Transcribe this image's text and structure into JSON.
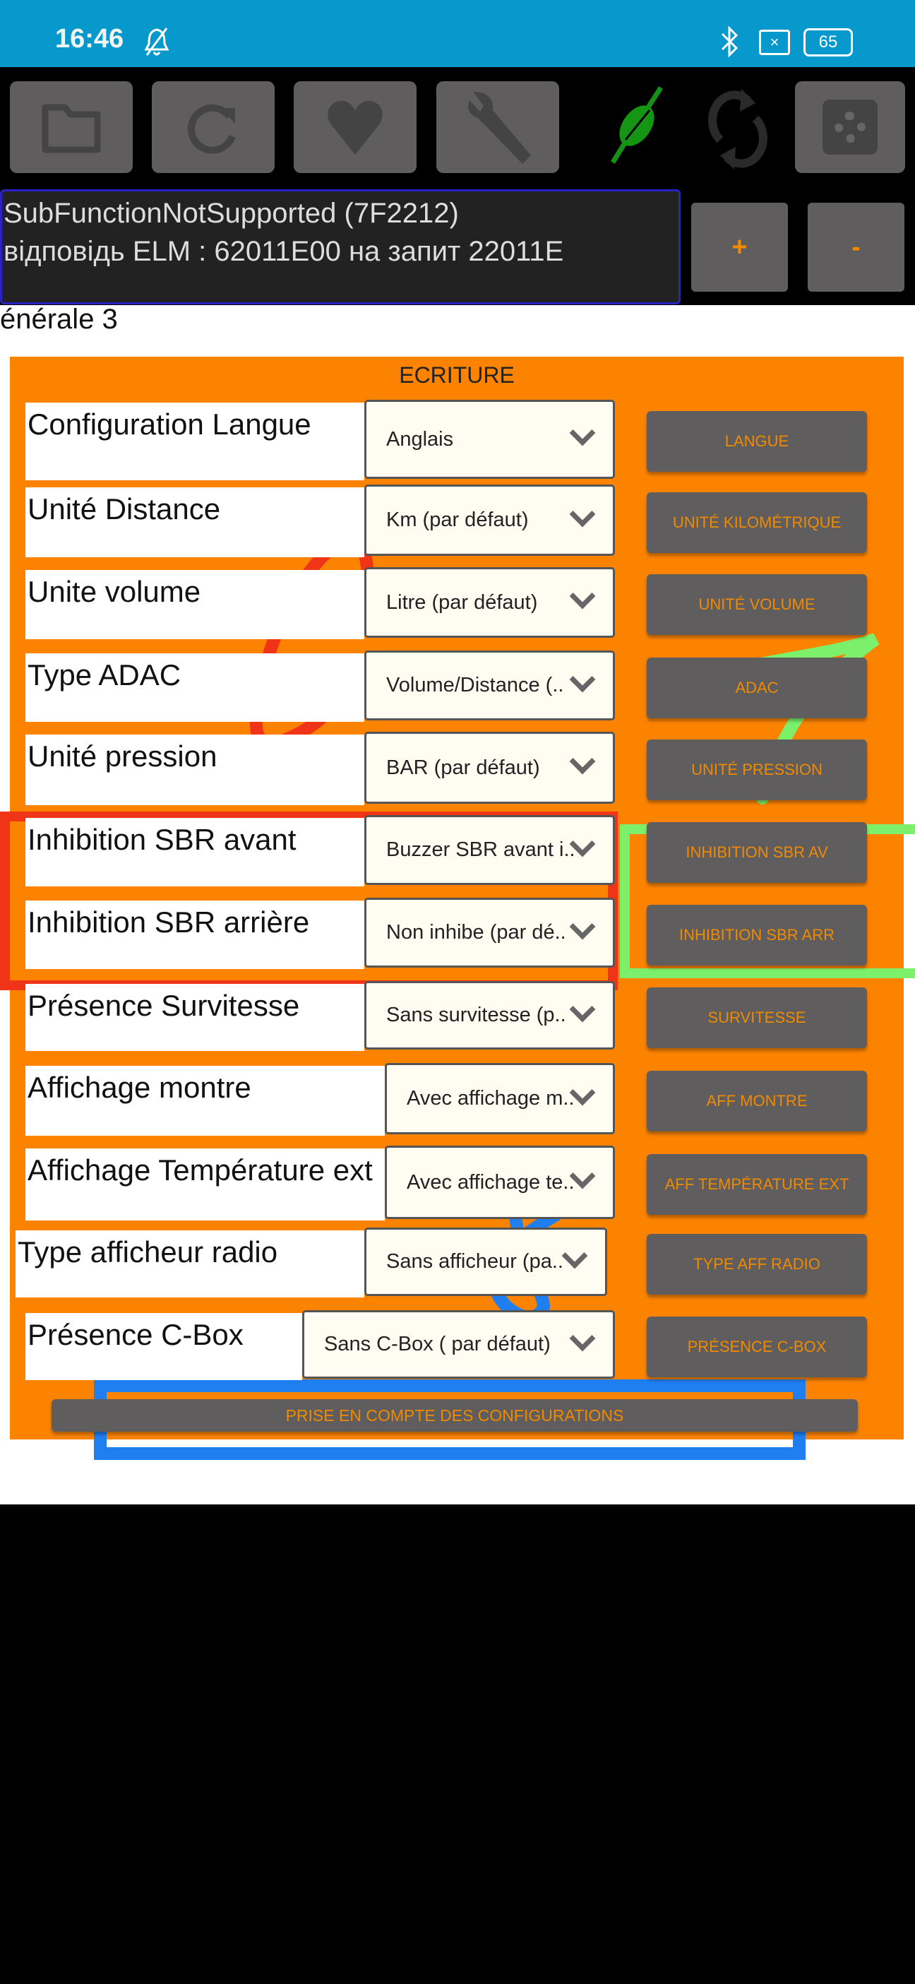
{
  "status": {
    "time": "16:46",
    "battery": "65"
  },
  "toolbar": {
    "icons": [
      "folder-icon",
      "refresh-icon",
      "heart-icon",
      "wrench-icon",
      "plug-icon",
      "sync-icon",
      "gear-icon"
    ]
  },
  "message": {
    "line1": "SubFunctionNotSupported (7F2212)",
    "line2": "відповідь ELM : 62011E00 на запит 22011E"
  },
  "zoom": {
    "plus": "+",
    "minus": "-"
  },
  "tab_title": "énérale 3",
  "panel": {
    "title": "ECRITURE",
    "rows": [
      {
        "label": "Configuration Langue",
        "value": "Anglais",
        "button": "LANGUE"
      },
      {
        "label": "Unité Distance",
        "value": "Km (par défaut)",
        "button": "UNITÉ KILOMÉTRIQUE"
      },
      {
        "label": "Unite volume",
        "value": "Litre (par défaut)",
        "button": "UNITÉ VOLUME"
      },
      {
        "label": "Type ADAC",
        "value": "Volume/Distance (..",
        "button": "ADAC"
      },
      {
        "label": "Unité pression",
        "value": "BAR (par défaut)",
        "button": "UNITÉ PRESSION"
      },
      {
        "label": "Inhibition SBR avant",
        "value": "Buzzer SBR avant i..",
        "button": "INHIBITION SBR AV"
      },
      {
        "label": "Inhibition SBR arrière",
        "value": "Non inhibe (par dé..",
        "button": "INHIBITION SBR ARR"
      },
      {
        "label": "Présence Survitesse",
        "value": "Sans  survitesse (p..",
        "button": "SURVITESSE"
      },
      {
        "label": "Affichage montre",
        "value": "Avec affichage m..",
        "button": "AFF MONTRE"
      },
      {
        "label": "Affichage Température ext",
        "value": "Avec affichage te..",
        "button": "AFF TEMPÉRATURE EXT"
      },
      {
        "label": "Type afficheur radio",
        "value": "Sans afficheur (pa..",
        "button": "TYPE AFF RADIO"
      },
      {
        "label": "Présence C-Box",
        "value": "Sans C-Box ( par défaut)",
        "button": "PRÉSENCE C-BOX"
      }
    ],
    "apply": "PRISE EN COMPTE DES CONFIGURATIONS"
  },
  "annotations": {
    "red": "6",
    "green": "7",
    "blue": "8",
    "colors": {
      "red": "#f03418",
      "green": "#7cf06a",
      "blue": "#1f7ef0"
    }
  }
}
